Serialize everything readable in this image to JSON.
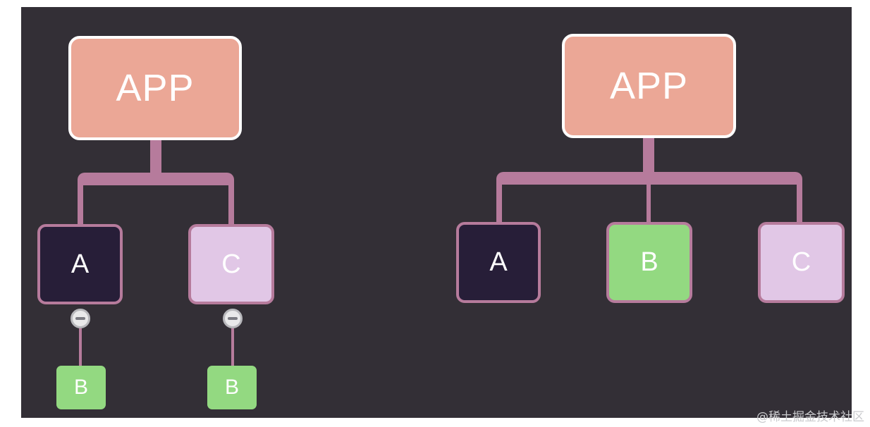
{
  "left_diagram": {
    "root": "APP",
    "children": [
      {
        "label": "A",
        "nested": "B"
      },
      {
        "label": "C",
        "nested": "B"
      }
    ]
  },
  "right_diagram": {
    "root": "APP",
    "children": [
      {
        "label": "A"
      },
      {
        "label": "B"
      },
      {
        "label": "C"
      }
    ]
  },
  "watermark": "@稀土掘金技术社区",
  "colors": {
    "background": "#332f36",
    "app_box": "#eba796",
    "connector": "#b67b9c",
    "node_a": "#271e38",
    "node_b": "#93d981",
    "node_c": "#e1c7e6"
  }
}
